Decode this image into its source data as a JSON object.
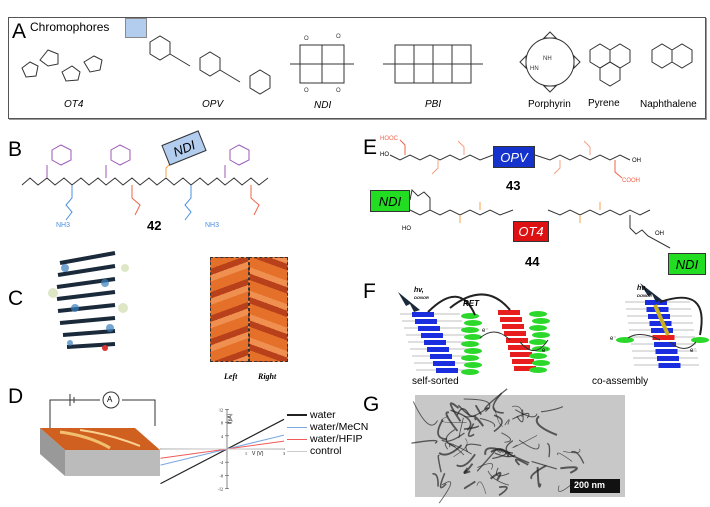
{
  "panels": {
    "a": "A",
    "b": "B",
    "c": "C",
    "d": "D",
    "e": "E",
    "f": "F",
    "g": "G"
  },
  "panel_a": {
    "title": "Chromophores",
    "swatch_color": "#b3cdef",
    "chromophores": [
      "OT4",
      "OPV",
      "NDI",
      "PBI",
      "Porphyrin",
      "Pyrene",
      "Naphthalene"
    ]
  },
  "panel_b": {
    "compound": "42",
    "tag": "NDI",
    "nh3": "NH3",
    "colors": {
      "phe": "#9b59b6",
      "lys": "#4a90e2",
      "glu": "#f0634a",
      "linker": "#f5a04a"
    }
  },
  "panel_c": {
    "left": "Left",
    "right": "Right"
  },
  "panel_d": {
    "meter": "A",
    "ylabel": "I(pA)",
    "xlabel": "V (V)",
    "yticks": [
      "12",
      "8",
      "4",
      "-4",
      "-8",
      "-12"
    ],
    "xticks": [
      "1",
      "3"
    ],
    "legend": [
      "water",
      "water/MeCN",
      "water/HFIP",
      "control"
    ],
    "series_colors": [
      "#222222",
      "#7aa8e0",
      "#f05a5a",
      "#cccccc"
    ]
  },
  "panel_e": {
    "c43": "43",
    "c44": "44",
    "opv": "OPV",
    "ot4": "OT4",
    "ndi": "NDI",
    "hooc": "HOOC",
    "cooh": "COOH",
    "oh": "OH",
    "ho": "HO"
  },
  "panel_f": {
    "hv": "hv,",
    "donor": "DONOR",
    "ret": "RET",
    "e": "e⁻",
    "self_sorted": "self-sorted",
    "co_assembly": "co-assembly"
  },
  "panel_g": {
    "scale": "200 nm"
  }
}
